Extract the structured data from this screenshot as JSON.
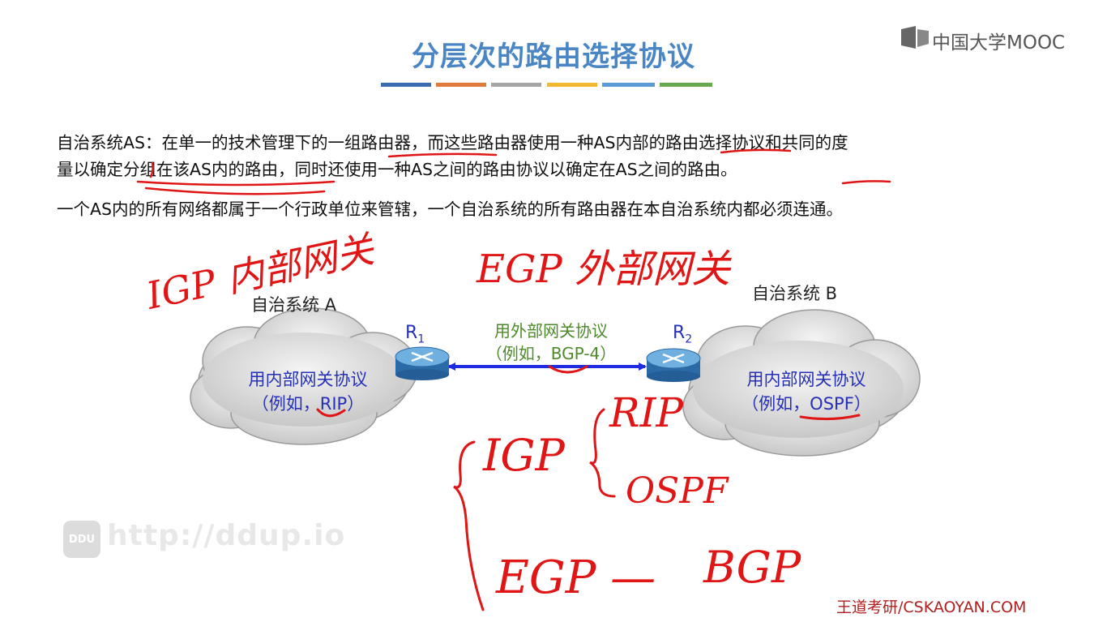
{
  "header": {
    "title": "分层次的路由选择协议",
    "logo_text": "中国大学MOOC",
    "color_bars": [
      "#3b6bb0",
      "#e07a3a",
      "#a6a6a6",
      "#f2b830",
      "#5b9bd5",
      "#6aa84f"
    ]
  },
  "body": {
    "paragraph1_line1": "自治系统AS：在单一的技术管理下的一组路由器，而这些路由器使用一种AS内部的路由选择协议和共同的度",
    "paragraph1_line2": "量以确定分组在该AS内的路由，同时还使用一种AS之间的路由协议以确定在AS之间的路由。",
    "paragraph2": "一个AS内的所有网络都属于一个行政单位来管辖，一个自治系统的所有路由器在本自治系统内都必须连通。"
  },
  "diagram": {
    "as_a_label": "自治系统 A",
    "as_b_label": "自治系统 B",
    "cloud_a_line1": "用内部网关协议",
    "cloud_a_line2": "（例如，RIP）",
    "cloud_b_line1": "用内部网关协议",
    "cloud_b_line2": "（例如，OSPF）",
    "router1_label": "R",
    "router1_sub": "1",
    "router2_label": "R",
    "router2_sub": "2",
    "link_line1": "用外部网关协议",
    "link_line2": "（例如，BGP-4）"
  },
  "annotations": {
    "igp_note": "IGP 内部网关",
    "egp_note": "EGP 外部网关",
    "igp_brace": "IGP",
    "rip": "RIP",
    "ospf": "OSPF",
    "egp_brace": "EGP —",
    "bgp": "BGP"
  },
  "watermark": {
    "badge": "DDU",
    "url": "http://ddup.io"
  },
  "footer": {
    "credit": "王道考研/CSKAOYAN.COM"
  },
  "colors": {
    "title": "#4a86c4",
    "handwriting": "#e01515",
    "cloud_text": "#2530b8",
    "link_text": "#4d8a2a",
    "arrow": "#1f2be0"
  }
}
